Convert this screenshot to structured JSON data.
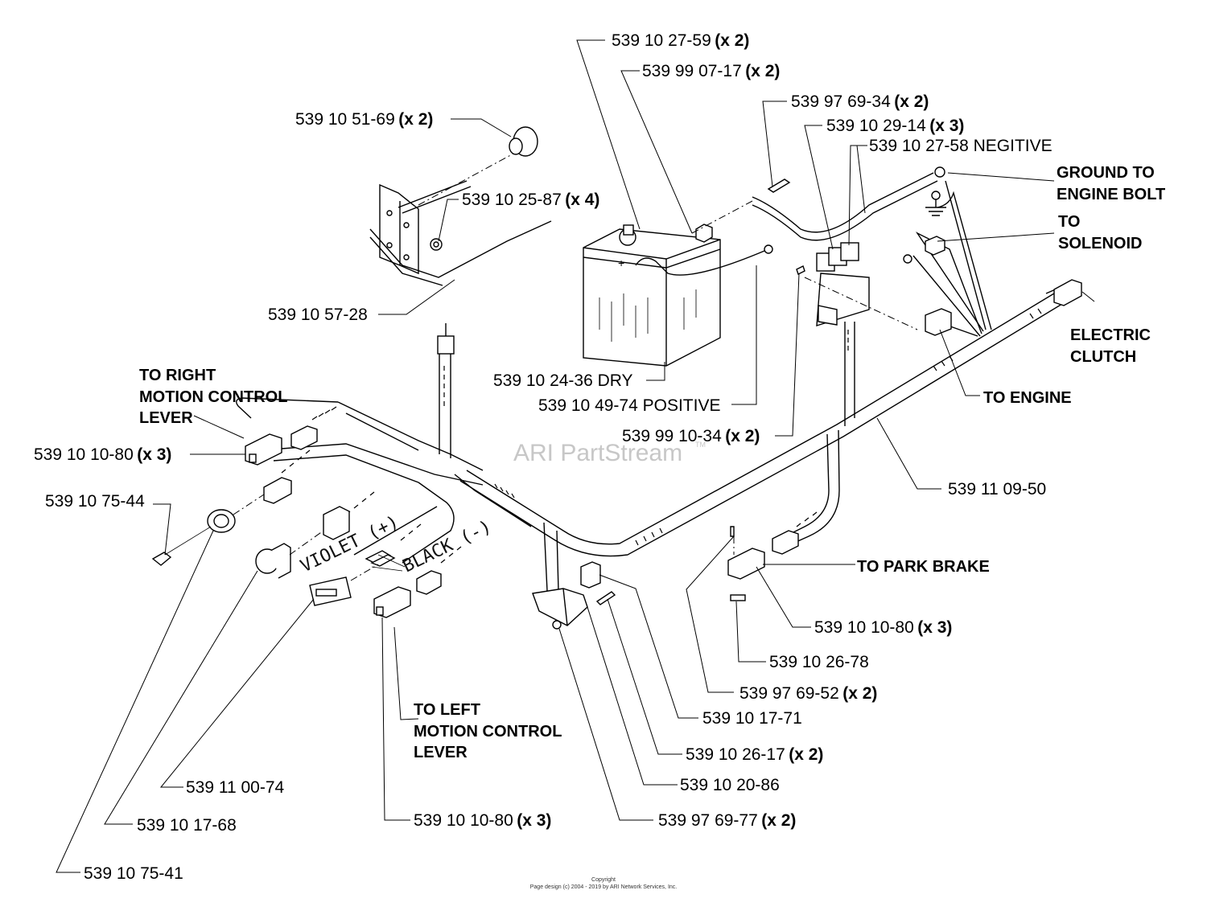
{
  "watermark": {
    "text": "ARI PartStream",
    "tm": "TM"
  },
  "footer": {
    "line1": "Copyright",
    "line2": "Page design (c) 2004 - 2019 by ARI Network Services, Inc."
  },
  "wire_labels": {
    "violet": "VIOLET (+)",
    "black": "BLACK (-)"
  },
  "labels": {
    "l1": {
      "part": "539 10 27-59",
      "qty": "(x 2)"
    },
    "l2": {
      "part": "539 99 07-17",
      "qty": "(x 2)"
    },
    "l3": {
      "part": "539 97 69-34",
      "qty": "(x 2)"
    },
    "l4": {
      "part": "539 10 29-14",
      "qty": "(x 3)"
    },
    "l5": {
      "part": "539 10 27-58 NEGITIVE"
    },
    "l6": {
      "part": "539 10 51-69",
      "qty": "(x 2)"
    },
    "l7": {
      "part": "539 10 25-87",
      "qty": "(x 4)"
    },
    "l8": {
      "part": "539 10 57-28"
    },
    "l9": {
      "part": "539 10 24-36 DRY"
    },
    "l10": {
      "part": "539 10 49-74 POSITIVE"
    },
    "l11": {
      "part": "539 99 10-34",
      "qty": "(x 2)"
    },
    "l12": {
      "part": "539 10 10-80",
      "qty": "(x 3)"
    },
    "l13": {
      "part": "539 10 75-44"
    },
    "l14": {
      "part": "539 11 09-50"
    },
    "l15": {
      "part": "539 10 10-80",
      "qty": "(x 3)"
    },
    "l16": {
      "part": "539 10 26-78"
    },
    "l17": {
      "part": "539 97 69-52",
      "qty": "(x 2)"
    },
    "l18": {
      "part": "539 10 17-71"
    },
    "l19": {
      "part": "539 10 26-17",
      "qty": "(x 2)"
    },
    "l20": {
      "part": "539 10 20-86"
    },
    "l21": {
      "part": "539 97 69-77",
      "qty": "(x 2)"
    },
    "l22": {
      "part": "539 10 10-80",
      "qty": "(x 3)"
    },
    "l23": {
      "part": "539 11 00-74"
    },
    "l24": {
      "part": "539 10 17-68"
    },
    "l25": {
      "part": "539 10 75-41"
    }
  },
  "callouts": {
    "ground": [
      "GROUND TO",
      "ENGINE BOLT"
    ],
    "solenoid": [
      "TO",
      "SOLENOID"
    ],
    "clutch": [
      "ELECTRIC",
      "CLUTCH"
    ],
    "engine": [
      "TO ENGINE"
    ],
    "right_lever": [
      "TO RIGHT",
      "MOTION CONTROL",
      "LEVER"
    ],
    "park_brake": [
      "TO PARK BRAKE"
    ],
    "left_lever": [
      "TO LEFT",
      "MOTION CONTROL",
      "LEVER"
    ]
  }
}
